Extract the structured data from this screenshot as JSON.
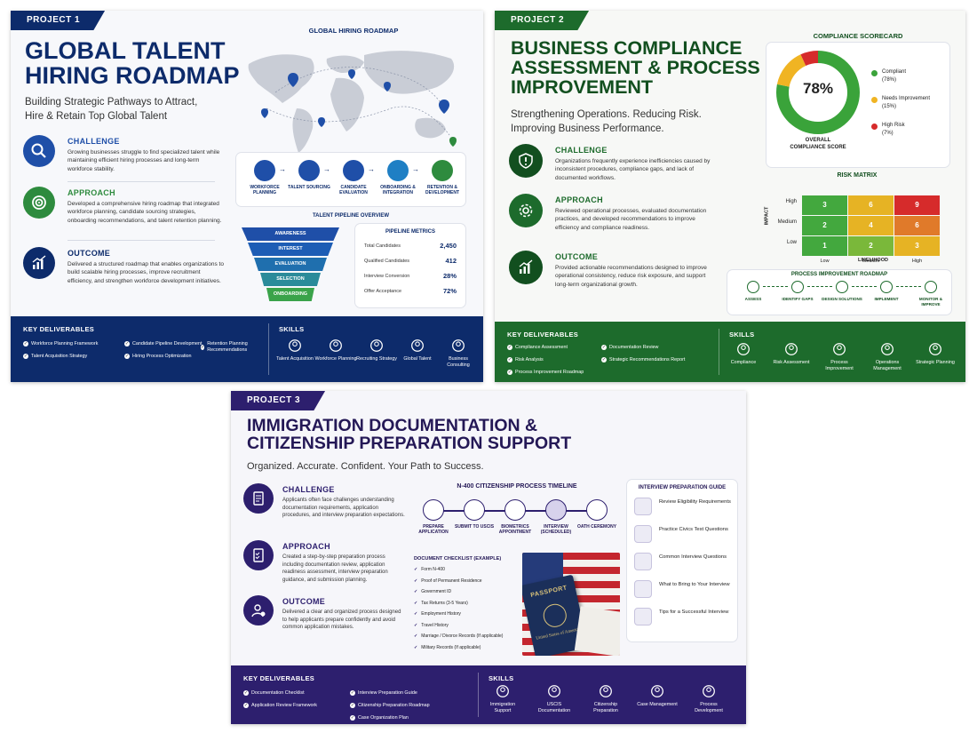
{
  "p1": {
    "tag": "PROJECT 1",
    "title1": "GLOBAL TALENT",
    "title2": "HIRING ROADMAP",
    "subtitle1": "Building Strategic Pathways to Attract,",
    "subtitle2": "Hire & Retain Top Global Talent",
    "challenge_h": "CHALLENGE",
    "challenge_t": "Growing businesses struggle to find specialized talent while maintaining efficient hiring processes and long-term workforce stability.",
    "approach_h": "APPROACH",
    "approach_t": "Developed a comprehensive hiring roadmap that integrated workforce planning, candidate sourcing strategies, onboarding recommendations, and talent retention planning.",
    "outcome_h": "OUTCOME",
    "outcome_t": "Delivered a structured roadmap that enables organizations to build scalable hiring processes, improve recruitment efficiency, and strengthen workforce development initiatives.",
    "map_title": "GLOBAL HIRING ROADMAP",
    "flow": [
      "WORKFORCE PLANNING",
      "TALENT SOURCING",
      "CANDIDATE EVALUATION",
      "ONBOARDING & INTEGRATION",
      "RETENTION & DEVELOPMENT"
    ],
    "pipeline_title": "TALENT PIPELINE OVERVIEW",
    "funnel": [
      "AWARENESS",
      "INTEREST",
      "EVALUATION",
      "SELECTION",
      "ONBOARDING"
    ],
    "metrics_title": "PIPELINE METRICS",
    "metrics": [
      {
        "label": "Total Candidates",
        "value": "2,450"
      },
      {
        "label": "Qualified Candidates",
        "value": "412"
      },
      {
        "label": "Interview Conversion",
        "value": "28%"
      },
      {
        "label": "Offer Acceptance",
        "value": "72%"
      }
    ],
    "deliv_label": "KEY DELIVERABLES",
    "deliv": [
      "Workforce Planning Framework",
      "Candidate Pipeline Development",
      "Retention Planning Recommendations",
      "Talent Acquisition Strategy",
      "Hiring Process Optimization"
    ],
    "skills_label": "SKILLS",
    "skills": [
      "Talent Acquisition",
      "Workforce Planning",
      "Recruiting Strategy",
      "Global Talent",
      "Business Consulting"
    ],
    "color_navy": "#0d2b6b",
    "color_blue": "#1f4fa8",
    "color_green": "#2e8b3e"
  },
  "p2": {
    "tag": "PROJECT 2",
    "title1": "BUSINESS COMPLIANCE",
    "title2": "ASSESSMENT & PROCESS",
    "title3": "IMPROVEMENT",
    "subtitle1": "Strengthening Operations. Reducing Risk.",
    "subtitle2": "Improving Business Performance.",
    "challenge_h": "CHALLENGE",
    "challenge_t": "Organizations frequently experience inefficiencies caused by inconsistent procedures, compliance gaps, and lack of documented workflows.",
    "approach_h": "APPROACH",
    "approach_t": "Reviewed operational processes, evaluated documentation practices, and developed recommendations to improve efficiency and compliance readiness.",
    "outcome_h": "OUTCOME",
    "outcome_t": "Provided actionable recommendations designed to improve operational consistency, reduce risk exposure, and support long-term organizational growth.",
    "score_title": "COMPLIANCE SCORECARD",
    "score_value": "78%",
    "score_caption1": "OVERALL",
    "score_caption2": "COMPLIANCE SCORE",
    "legend": [
      {
        "name": "Compliant",
        "pct": "(78%)",
        "color": "#3aa33a"
      },
      {
        "name": "Needs Improvement",
        "pct": "(15%)",
        "color": "#f0b423"
      },
      {
        "name": "High Risk",
        "pct": "(7%)",
        "color": "#d62b2b"
      }
    ],
    "donut_fracs": [
      0.78,
      0.15,
      0.07
    ],
    "risk_title": "RISK MATRIX",
    "risk_rows": [
      "High",
      "Medium",
      "Low"
    ],
    "risk_cols": [
      "Low",
      "Medium",
      "High"
    ],
    "risk_values": [
      [
        "3",
        "6",
        "9"
      ],
      [
        "2",
        "4",
        "6"
      ],
      [
        "1",
        "2",
        "3"
      ]
    ],
    "risk_y": "IMPACT",
    "risk_x": "LIKELIHOOD",
    "roadmap_title": "PROCESS IMPROVEMENT ROADMAP",
    "roadmap": [
      "ASSESS",
      "IDENTIFY GAPS",
      "DESIGN SOLUTIONS",
      "IMPLEMENT",
      "MONITOR & IMPROVE"
    ],
    "deliv_label": "KEY DELIVERABLES",
    "deliv": [
      "Compliance Assessment",
      "Documentation Review",
      "Risk Analysis",
      "Strategic Recommendations Report",
      "Process Improvement Roadmap"
    ],
    "skills_label": "SKILLS",
    "skills": [
      "Compliance",
      "Risk Assessment",
      "Process Improvement",
      "Operations Management",
      "Strategic Planning"
    ],
    "color_green": "#1d6b2c",
    "color_dark": "#124f1f"
  },
  "p3": {
    "tag": "PROJECT 3",
    "title1": "IMMIGRATION DOCUMENTATION &",
    "title2": "CITIZENSHIP PREPARATION SUPPORT",
    "subtitle": "Organized. Accurate. Confident. Your Path to Success.",
    "challenge_h": "CHALLENGE",
    "challenge_t": "Applicants often face challenges understanding documentation requirements, application procedures, and interview preparation expectations.",
    "approach_h": "APPROACH",
    "approach_t": "Created a step-by-step preparation process including documentation review, application readiness assessment, interview preparation guidance, and submission planning.",
    "outcome_h": "OUTCOME",
    "outcome_t": "Delivered a clear and organized process designed to help applicants prepare confidently and avoid common application mistakes.",
    "timeline_title": "N-400 CITIZENSHIP PROCESS TIMELINE",
    "timeline": [
      "PREPARE APPLICATION",
      "SUBMIT TO USCIS",
      "BIOMETRICS APPOINTMENT",
      "INTERVIEW (SCHEDULED)",
      "OATH CEREMONY"
    ],
    "checklist_title": "DOCUMENT CHECKLIST (EXAMPLE)",
    "checklist": [
      "Form N-400",
      "Proof of Permanent Residence",
      "Government ID",
      "Tax Returns (3-5 Years)",
      "Employment History",
      "Travel History",
      "Marriage / Divorce Records (If applicable)",
      "Military Records (If applicable)"
    ],
    "passport_word": "PASSPORT",
    "passport_country": "United States of America",
    "guide_title": "INTERVIEW PREPARATION GUIDE",
    "guide": [
      "Review Eligibility Requirements",
      "Practice Civics Test Questions",
      "Common Interview Questions",
      "What to Bring to Your Interview",
      "Tips for a Successful Interview"
    ],
    "deliv_label": "KEY DELIVERABLES",
    "deliv": [
      "Documentation Checklist",
      "Interview Preparation Guide",
      "Application Review Framework",
      "Citizenship Preparation Roadmap",
      "Case Organization Plan"
    ],
    "skills_label": "SKILLS",
    "skills": [
      "Immigration Support",
      "USCIS Documentation",
      "Citizenship Preparation",
      "Case Management",
      "Process Development"
    ],
    "color_purple": "#2d1f6e",
    "color_dark": "#241856"
  }
}
